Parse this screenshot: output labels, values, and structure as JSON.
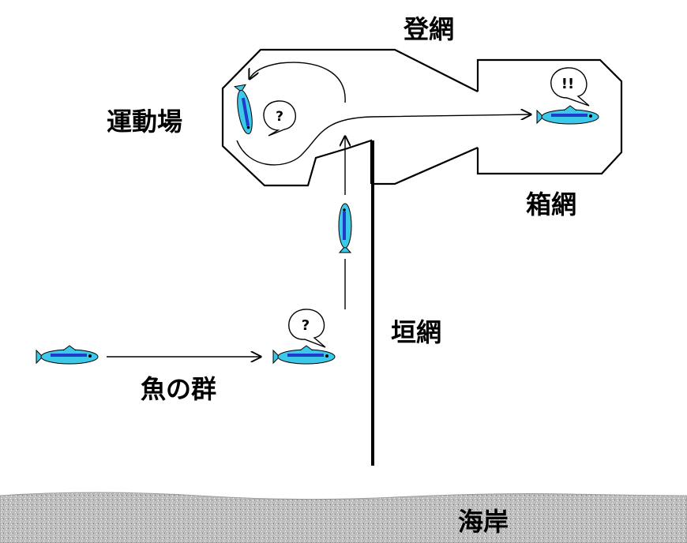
{
  "labels": {
    "nobori_ami": "登網",
    "undojo": "運動場",
    "hako_ami": "箱網",
    "kaki_ami": "垣網",
    "sakana_no_mure": "魚の群",
    "kaigan": "海岸"
  },
  "bubbles": {
    "question": "?",
    "surprise": "!!"
  },
  "colors": {
    "fish_body": "#3cc8e8",
    "fish_stripe": "#1e3cc8",
    "outline": "#000000",
    "shore": "#bdbdbd"
  }
}
